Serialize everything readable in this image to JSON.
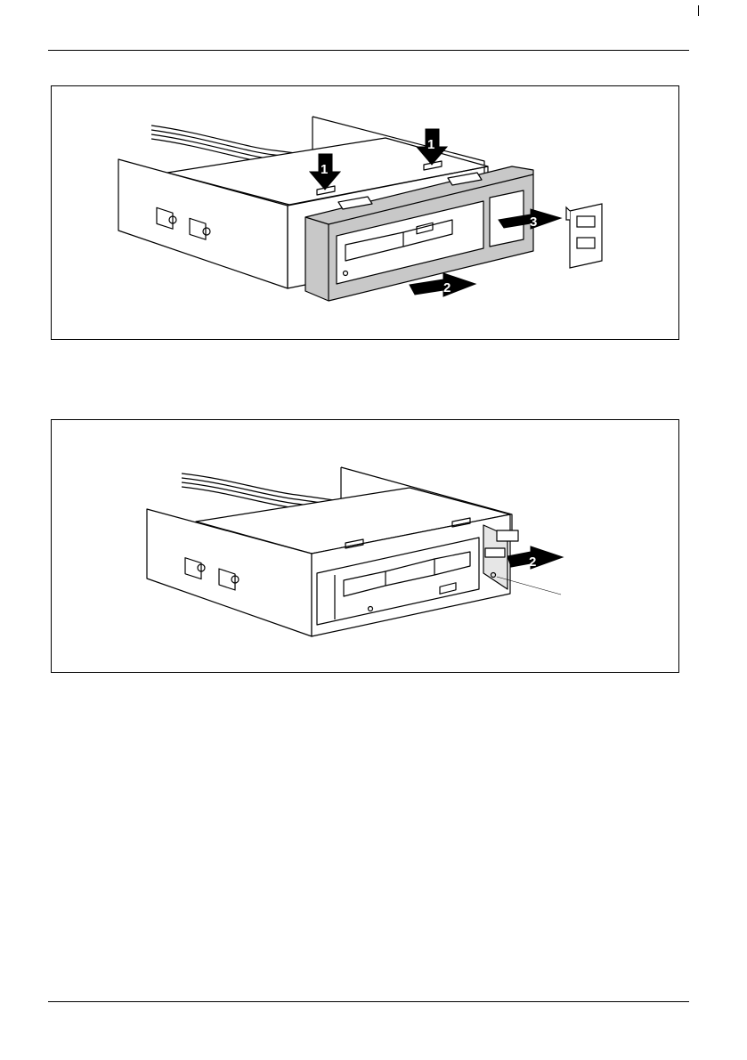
{
  "figure_1": {
    "callouts": {
      "push_left": "1",
      "push_right": "1",
      "pull_panel": "2",
      "remove_cover": "3"
    }
  },
  "figure_2": {
    "callouts": {
      "pull_connector": "2"
    }
  }
}
